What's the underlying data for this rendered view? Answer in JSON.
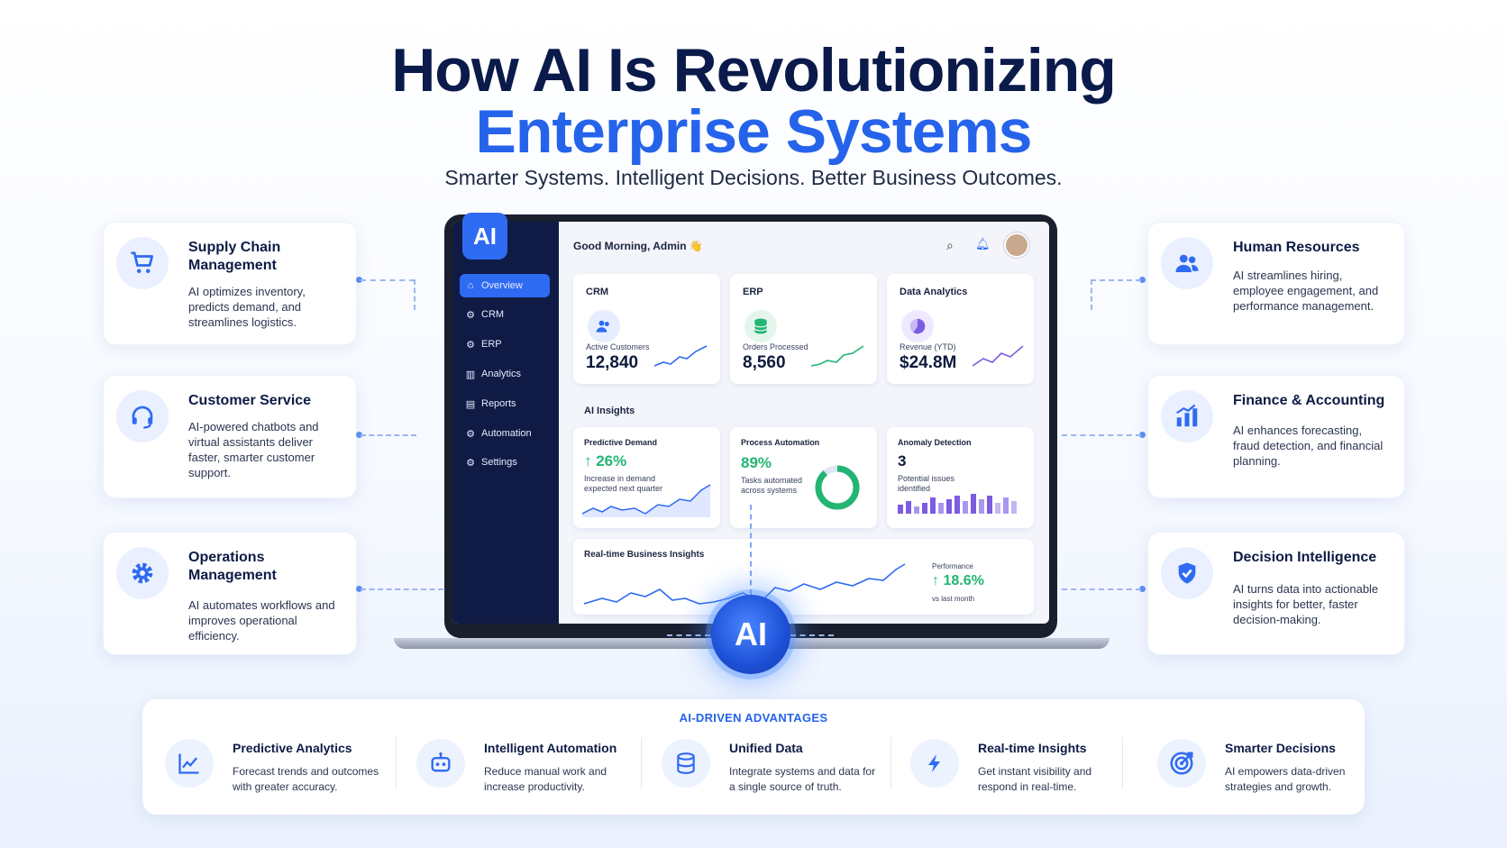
{
  "header": {
    "title_line1": "How AI Is Revolutionizing",
    "title_line2": "Enterprise Systems",
    "subtitle": "Smarter Systems. Intelligent Decisions. Better Business Outcomes."
  },
  "left_cards": [
    {
      "title": "Supply Chain Management",
      "desc": "AI optimizes inventory, predicts demand, and streamlines logistics.",
      "icon": "cart-icon"
    },
    {
      "title": "Customer Service",
      "desc": "AI-powered chatbots and virtual assistants deliver faster, smarter customer support.",
      "icon": "headset-icon"
    },
    {
      "title": "Operations Management",
      "desc": "AI automates workflows and improves operational efficiency.",
      "icon": "gear-icon"
    }
  ],
  "right_cards": [
    {
      "title": "Human Resources",
      "desc": "AI streamlines hiring, employee engagement, and performance management.",
      "icon": "people-icon"
    },
    {
      "title": "Finance & Accounting",
      "desc": "AI enhances forecasting, fraud detection, and financial planning.",
      "icon": "bar-chart-icon"
    },
    {
      "title": "Decision Intelligence",
      "desc": "AI turns data into actionable insights for better, faster decision-making.",
      "icon": "shield-check-icon"
    }
  ],
  "dashboard": {
    "logo": "AI",
    "greeting": "Good Morning, Admin 👋",
    "nav": [
      "Overview",
      "CRM",
      "ERP",
      "Analytics",
      "Reports",
      "Automation",
      "Settings"
    ],
    "crm": {
      "title": "CRM",
      "caption": "Active Customers",
      "value": "12,840"
    },
    "erp": {
      "title": "ERP",
      "caption": "Orders Processed",
      "value": "8,560"
    },
    "analytics": {
      "title": "Data Analytics",
      "caption": "Revenue (YTD)",
      "value": "$24.8M"
    },
    "insights_title": "AI Insights",
    "predictive": {
      "title": "Predictive Demand",
      "value": "↑ 26%",
      "caption": "Increase in demand expected next quarter"
    },
    "process": {
      "title": "Process Automation",
      "value": "89%",
      "caption": "Tasks automated across systems",
      "fraction": 0.89
    },
    "anomaly": {
      "title": "Anomaly Detection",
      "value": "3",
      "caption": "Potential issues identified"
    },
    "realtime": {
      "title": "Real-time Business Insights",
      "perf_label": "Performance",
      "perf_value": "↑ 18.6%",
      "perf_caption": "vs last month"
    }
  },
  "orb_label": "AI",
  "advantages": {
    "title": "AI-DRIVEN ADVANTAGES",
    "items": [
      {
        "title": "Predictive Analytics",
        "desc": "Forecast trends and outcomes with greater accuracy.",
        "icon": "trend-line-icon"
      },
      {
        "title": "Intelligent Automation",
        "desc": "Reduce manual work and increase productivity.",
        "icon": "robot-icon"
      },
      {
        "title": "Unified Data",
        "desc": "Integrate systems and data for a single source of truth.",
        "icon": "database-icon"
      },
      {
        "title": "Real-time Insights",
        "desc": "Get instant visibility and respond in real-time.",
        "icon": "lightning-icon"
      },
      {
        "title": "Smarter Decisions",
        "desc": "AI empowers data-driven strategies and growth.",
        "icon": "target-icon"
      }
    ]
  },
  "colors": {
    "accent": "#2563eb",
    "navy": "#0a1a4a",
    "sidebar": "#0f1b45",
    "green": "#22b573",
    "purple": "#7c5ce0"
  }
}
